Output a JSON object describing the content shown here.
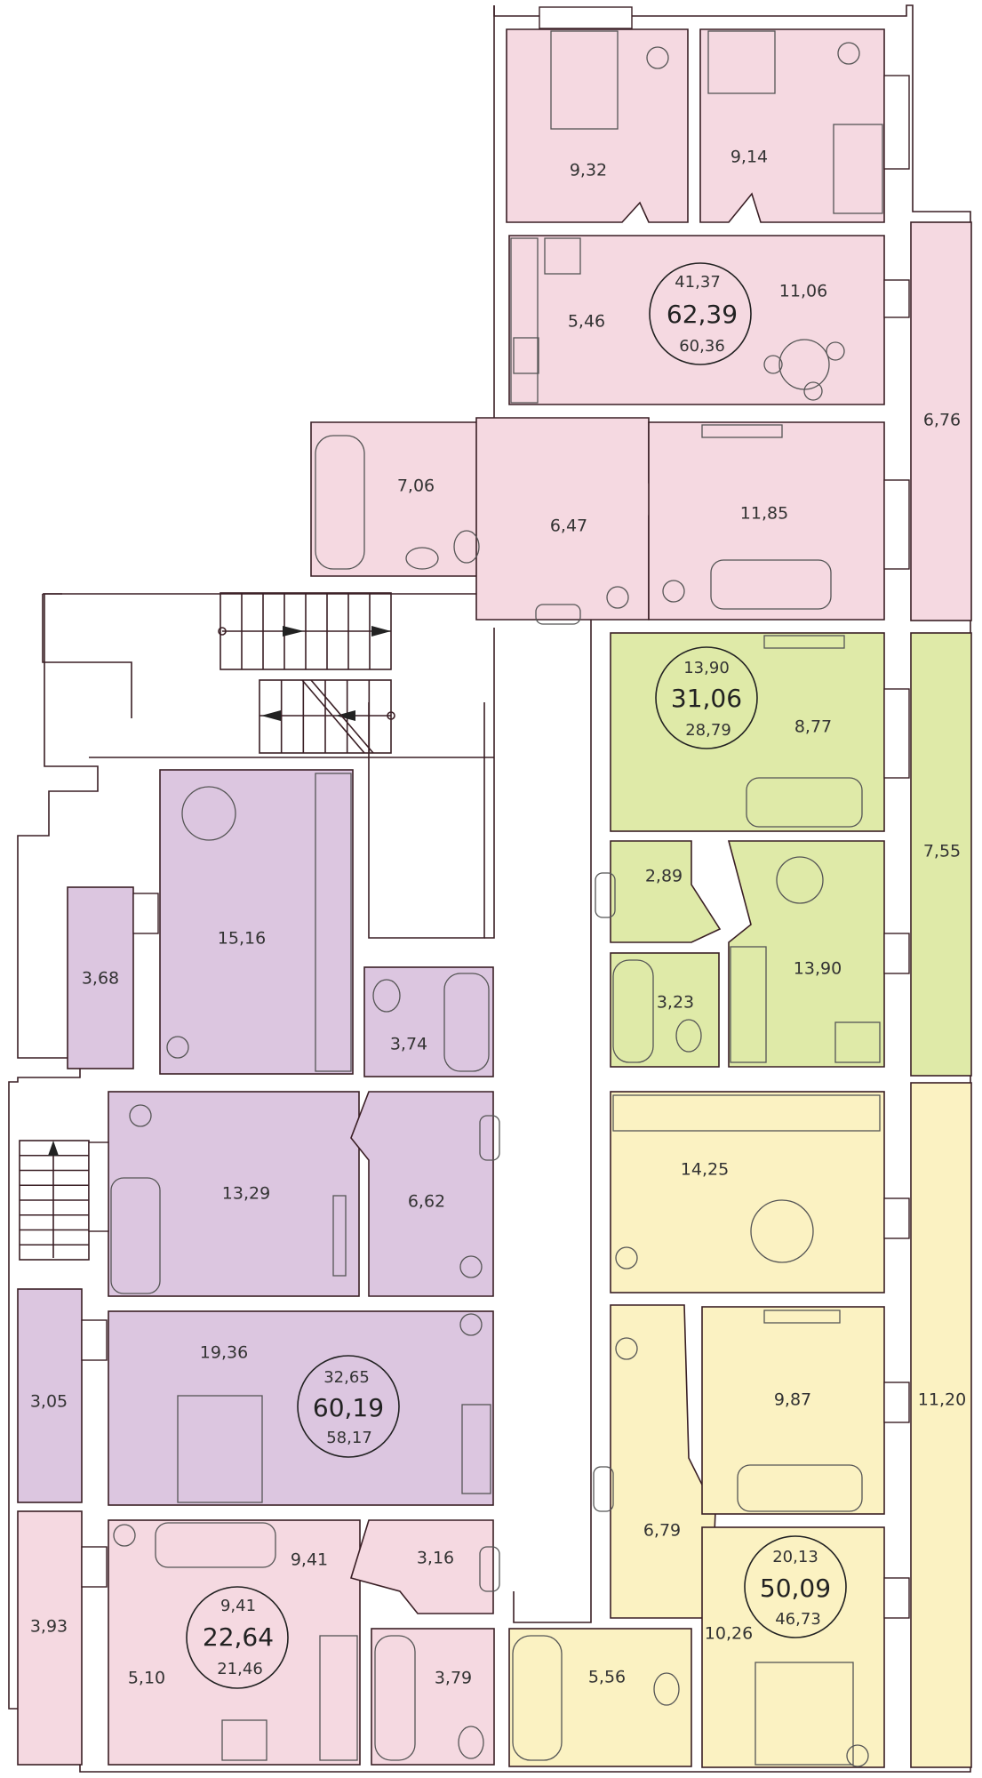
{
  "colors": {
    "pink": "#f5d9e1",
    "green": "#dfeaa8",
    "purple": "#dcc6e0",
    "yellow": "#fbf2c2",
    "wall": "#3a1f25"
  },
  "apartments": {
    "pink_top": {
      "living": "41,37",
      "total": "62,39",
      "reduced": "60,36"
    },
    "green": {
      "living": "13,90",
      "total": "31,06",
      "reduced": "28,79"
    },
    "purple": {
      "living": "32,65",
      "total": "60,19",
      "reduced": "58,17"
    },
    "pink_bottom": {
      "living": "9,41",
      "total": "22,64",
      "reduced": "21,46"
    },
    "yellow": {
      "living": "20,13",
      "total": "50,09",
      "reduced": "46,73"
    }
  },
  "rooms": {
    "r932": "9,32",
    "r914": "9,14",
    "r546": "5,46",
    "r1106": "11,06",
    "r706": "7,06",
    "r647": "6,47",
    "r1185": "11,85",
    "r676": "6,76",
    "r877": "8,77",
    "r289": "2,89",
    "r323": "3,23",
    "r1390": "13,90",
    "r755": "7,55",
    "r1516": "15,16",
    "r368": "3,68",
    "r374": "3,74",
    "r1329": "13,29",
    "r662": "6,62",
    "r1936": "19,36",
    "r305": "3,05",
    "r1425": "14,25",
    "r987": "9,87",
    "r679": "6,79",
    "r1026": "10,26",
    "r556": "5,56",
    "r1120": "11,20",
    "r941": "9,41",
    "r316": "3,16",
    "r510": "5,10",
    "r379": "3,79",
    "r393": "3,93"
  }
}
